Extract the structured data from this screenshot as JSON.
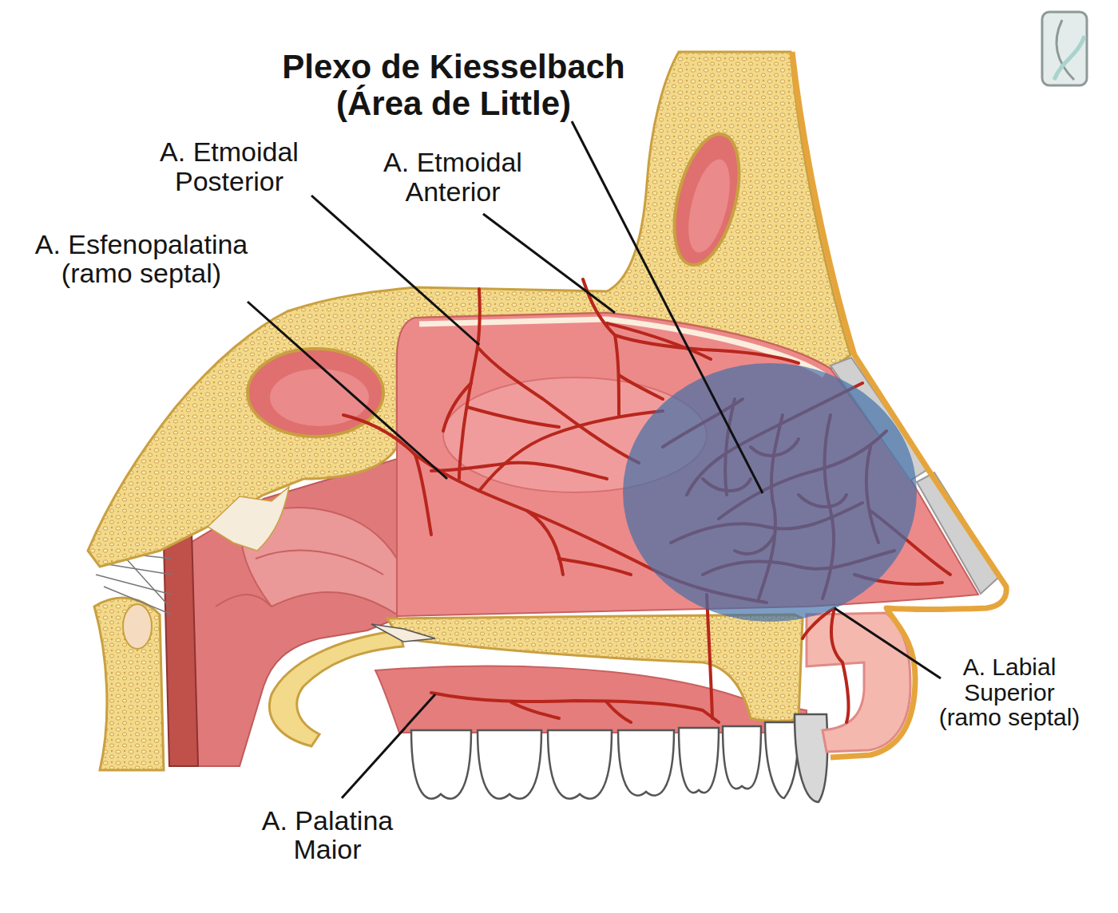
{
  "diagram": {
    "labels": [
      "Plexo de Kiesselbach (Área de Little)",
      "A. Etmoidal Posterior",
      "A. Etmoidal Anterior",
      "A. Esfenopalatina (ramo septal)",
      "A. Labial Superior (ramo septal)",
      "A. Palatina Maior"
    ]
  }
}
